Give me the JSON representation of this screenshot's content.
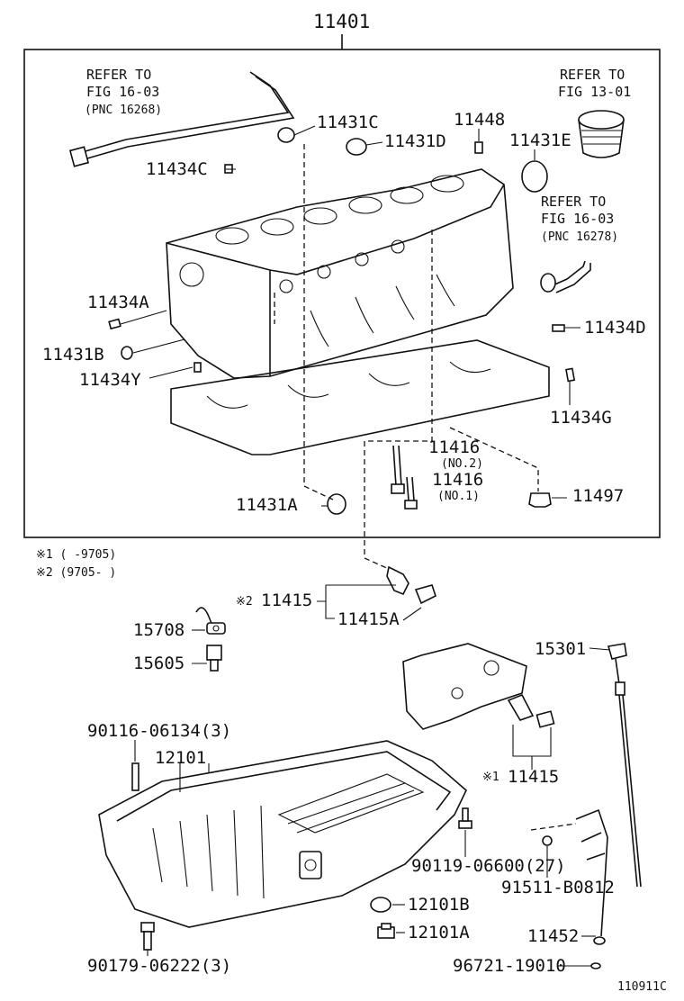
{
  "title_number": "11401",
  "figure_code": "110911C",
  "refs": {
    "left": {
      "line1": "REFER TO",
      "line2": "FIG 16-03",
      "line3": "(PNC 16268)"
    },
    "piston": {
      "line1": "REFER TO",
      "line2": "FIG 13-01"
    },
    "right": {
      "line1": "REFER TO",
      "line2": "FIG 16-03",
      "line3": "(PNC 16278)"
    }
  },
  "notes": {
    "n1": "※1 (     -9705)",
    "n2": "※2 (9705-      )"
  },
  "parts": {
    "p11431C": "11431C",
    "p11431D": "11431D",
    "p11448": "11448",
    "p11431E": "11431E",
    "p11434C": "11434C",
    "p11434A": "11434A",
    "p11431B": "11431B",
    "p11434Y": "11434Y",
    "p11434D": "11434D",
    "p11434G": "11434G",
    "p11416a": "11416",
    "p11416a_sub": "(NO.2)",
    "p11416b": "11416",
    "p11416b_sub": "(NO.1)",
    "p11497": "11497",
    "p11431A": "11431A",
    "p11415_mark": "※2",
    "p11415": "11415",
    "p11415A": "11415A",
    "p15708": "15708",
    "p15605": "15605",
    "p15301": "15301",
    "p90116": "90116-06134(3)",
    "p12101": "12101",
    "p11415b_mark": "※1",
    "p11415b": "11415",
    "p90119": "90119-06600(27)",
    "p91511": "91511-B0812",
    "p12101B": "12101B",
    "p12101A": "12101A",
    "p11452": "11452",
    "p90179": "90179-06222(3)",
    "p96721": "96721-19010"
  }
}
